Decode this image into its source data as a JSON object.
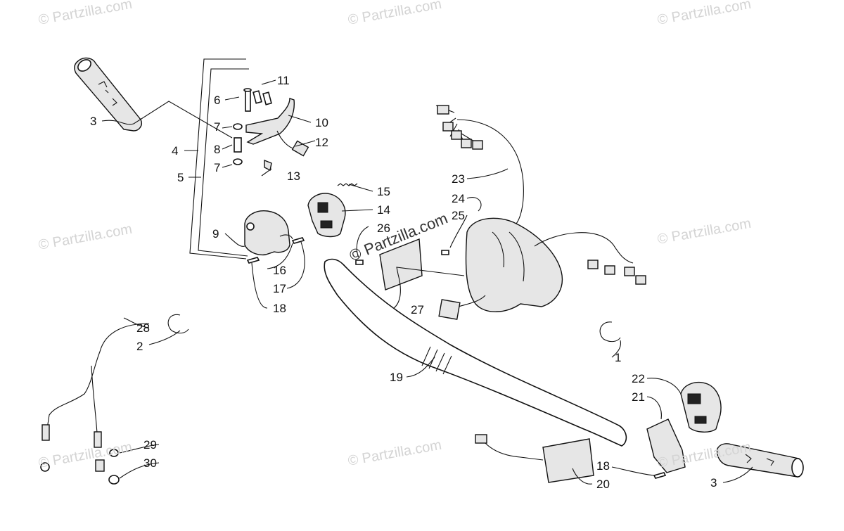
{
  "watermark": {
    "text": "© Partzilla.com",
    "center_text": "© Partzilla.com"
  },
  "callouts": [
    "1",
    "2",
    "3",
    "4",
    "5",
    "6",
    "7",
    "8",
    "9",
    "10",
    "11",
    "12",
    "13",
    "14",
    "15",
    "16",
    "17",
    "18",
    "19",
    "20",
    "21",
    "22",
    "23",
    "24",
    "25",
    "26",
    "27",
    "28",
    "29",
    "30"
  ],
  "labels": {
    "c3a": "3",
    "c4": "4",
    "c5": "5",
    "c6": "6",
    "c7a": "7",
    "c7b": "7",
    "c8": "8",
    "c9": "9",
    "c10": "10",
    "c11": "11",
    "c12": "12",
    "c13": "13",
    "c14": "14",
    "c15": "15",
    "c16": "16",
    "c17": "17",
    "c18a": "18",
    "c19": "19",
    "c20": "20",
    "c21": "21",
    "c22": "22",
    "c23": "23",
    "c24": "24",
    "c25": "25",
    "c26": "26",
    "c27": "27",
    "c28": "28",
    "c2": "2",
    "c29": "29",
    "c30": "30",
    "c1": "1",
    "c18b": "18",
    "c3b": "3"
  }
}
